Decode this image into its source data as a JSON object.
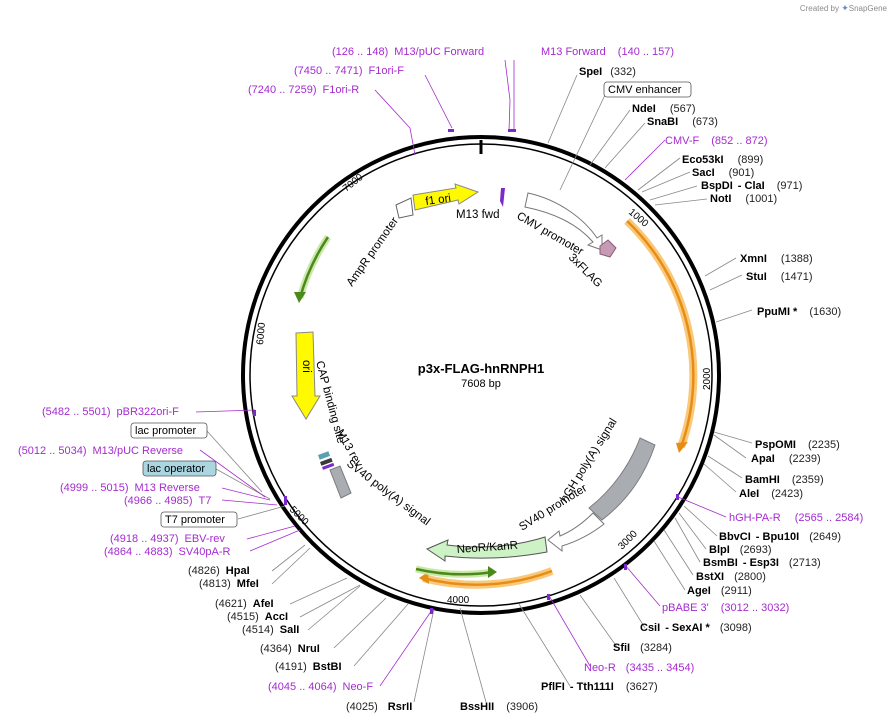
{
  "credit": {
    "prefix": "Created by",
    "brand": "SnapGene"
  },
  "plasmid": {
    "name": "p3x-FLAG-hnRNPH1",
    "length": "7608 bp"
  },
  "ticks": [
    "1000",
    "2000",
    "3000",
    "4000",
    "5000",
    "6000",
    "7000"
  ],
  "features": {
    "f1_ori": "f1 ori",
    "m13_fwd": "M13 fwd",
    "cmv_promoter": "CMV promoter",
    "flag": "3xFLAG",
    "ampr_promoter": "AmpR promoter",
    "ori": "ori",
    "cap_site": "CAP binding site",
    "m13_rev": "M13 rev",
    "sv40_polya": "SV40 poly(A) signal",
    "hgh_polya": "hGH poly(A) signal",
    "sv40_promoter": "SV40 promoter",
    "neor": "NeoR/KanR"
  },
  "boxed": {
    "cmv_enhancer": "CMV enhancer",
    "lac_promoter": "lac promoter",
    "lac_operator": "lac operator",
    "t7_promoter": "T7 promoter"
  },
  "sites": {
    "m13puc_fwd": {
      "pos": "(126 .. 148)",
      "name": "M13/pUC Forward"
    },
    "m13_forward": {
      "name": "M13 Forward",
      "pos": "(140 .. 157)"
    },
    "f1ori_f": {
      "pos": "(7450 .. 7471)",
      "name": "F1ori-F"
    },
    "f1ori_r": {
      "pos": "(7240 .. 7259)",
      "name": "F1ori-R"
    },
    "spei": {
      "name": "SpeI",
      "pos": "(332)"
    },
    "ndei": {
      "name": "NdeI",
      "pos": "(567)"
    },
    "snabi": {
      "name": "SnaBI",
      "pos": "(673)"
    },
    "cmv_f": {
      "name": "CMV-F",
      "pos": "(852 .. 872)"
    },
    "eco53ki": {
      "name": "Eco53kI",
      "pos": "(899)"
    },
    "saci": {
      "name": "SacI",
      "pos": "(901)"
    },
    "bspdi": {
      "name": "BspDI",
      "sep": "- ClaI",
      "pos": "(971)"
    },
    "noti": {
      "name": "NotI",
      "pos": "(1001)"
    },
    "xmni": {
      "name": "XmnI",
      "pos": "(1388)"
    },
    "stui": {
      "name": "StuI",
      "pos": "(1471)"
    },
    "ppumi": {
      "name": "PpuMI *",
      "pos": "(1630)"
    },
    "pspomi": {
      "name": "PspOMI",
      "pos": "(2235)"
    },
    "apai": {
      "name": "ApaI",
      "pos": "(2239)"
    },
    "bamhi": {
      "name": "BamHI",
      "pos": "(2359)"
    },
    "alei": {
      "name": "AleI",
      "pos": "(2423)"
    },
    "hgh_pa_r": {
      "name": "hGH-PA-R",
      "pos": "(2565 .. 2584)"
    },
    "bbvci": {
      "name": "BbvCI",
      "sep": "- Bpu10I",
      "pos": "(2649)"
    },
    "blpi": {
      "name": "BlpI",
      "pos": "(2693)"
    },
    "bsmbi": {
      "name": "BsmBI",
      "sep": "- Esp3I",
      "pos": "(2713)"
    },
    "bstxi": {
      "name": "BstXI",
      "pos": "(2800)"
    },
    "agei": {
      "name": "AgeI",
      "pos": "(2911)"
    },
    "pbabe3": {
      "name": "pBABE 3'",
      "pos": "(3012 .. 3032)"
    },
    "csii": {
      "name": "CsiI",
      "sep": "- SexAI *",
      "pos": "(3098)"
    },
    "sfii": {
      "name": "SfiI",
      "pos": "(3284)"
    },
    "neo_r": {
      "name": "Neo-R",
      "pos": "(3435 .. 3454)"
    },
    "pflfi": {
      "name": "PflFI",
      "sep": "- Tth111I",
      "pos": "(3627)"
    },
    "bsshii": {
      "name": "BssHII",
      "pos": "(3906)"
    },
    "rsrii": {
      "pos": "(4025)",
      "name": "RsrII"
    },
    "neo_f": {
      "pos": "(4045 .. 4064)",
      "name": "Neo-F"
    },
    "bstbi": {
      "pos": "(4191)",
      "name": "BstBI"
    },
    "nrui": {
      "pos": "(4364)",
      "name": "NruI"
    },
    "sali": {
      "pos": "(4514)",
      "name": "SalI"
    },
    "acci": {
      "pos": "(4515)",
      "name": "AccI"
    },
    "afei": {
      "pos": "(4621)",
      "name": "AfeI"
    },
    "mfei": {
      "pos": "(4813)",
      "name": "MfeI"
    },
    "hpai": {
      "pos": "(4826)",
      "name": "HpaI"
    },
    "sv40pa_r": {
      "pos": "(4864 .. 4883)",
      "name": "SV40pA-R"
    },
    "ebv_rev": {
      "pos": "(4918 .. 4937)",
      "name": "EBV-rev"
    },
    "t7": {
      "pos": "(4966 .. 4985)",
      "name": "T7"
    },
    "m13_reverse": {
      "pos": "(4999 .. 5015)",
      "name": "M13 Reverse"
    },
    "m13puc_rev": {
      "pos": "(5012 .. 5034)",
      "name": "M13/pUC Reverse"
    },
    "pbr322": {
      "pos": "(5482 .. 5501)",
      "name": "pBR322ori-F"
    }
  }
}
